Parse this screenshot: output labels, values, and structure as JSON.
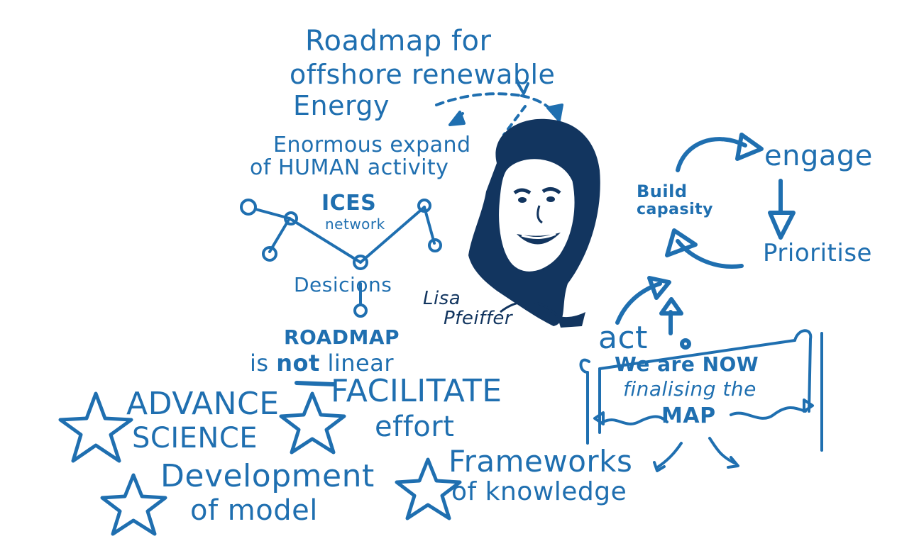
{
  "title": {
    "line1": "Roadmap for",
    "line2": "offshore renewable",
    "line3": "Energy"
  },
  "context": {
    "line1": "Enormous expand",
    "line2": "of HUMAN activity"
  },
  "network": {
    "label1": "ICES",
    "label2": "network",
    "decisions": "Desicions"
  },
  "roadmap_note": {
    "line1": "ROADMAP",
    "line2_pre": "is ",
    "line2_emph": "not",
    "line2_post": " linear"
  },
  "speaker": {
    "first": "Lisa",
    "last": "Pfeiffer"
  },
  "cycle": {
    "engage": "engage",
    "prioritise": "Prioritise",
    "build_line1": "Build",
    "build_line2": "capasity",
    "act": "act"
  },
  "banner": {
    "line1": "We are NOW",
    "line2": "finalising the",
    "line3": "MAP"
  },
  "goals": [
    {
      "line1": "ADVANCE",
      "line2": "SCIENCE"
    },
    {
      "line1": "FACILITATE",
      "line2": "effort"
    },
    {
      "line1": "Development",
      "line2": "of model"
    },
    {
      "line1": "Frameworks",
      "line2": "of knowledge"
    }
  ],
  "colors": {
    "ink": "#1f6fb0",
    "dark_ink": "#12355f",
    "background": "#ffffff"
  },
  "icons": [
    "star-icon",
    "cycle-arrow-icon",
    "network-node-icon",
    "portrait-icon",
    "scroll-banner-icon"
  ]
}
